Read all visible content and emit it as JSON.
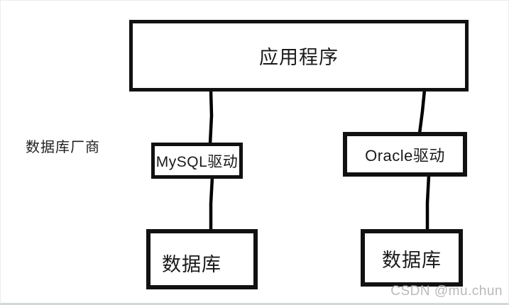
{
  "diagram": {
    "side_label": "数据库厂商",
    "watermark": "CSDN @mu.chun",
    "nodes": {
      "application": {
        "label": "应用程序"
      },
      "mysql_driver": {
        "label": "MySQL驱动"
      },
      "oracle_driver": {
        "label": "Oracle驱动"
      },
      "database_left": {
        "label": "数据库"
      },
      "database_right": {
        "label": "数据库"
      }
    },
    "edges": [
      {
        "from": "application",
        "to": "mysql_driver"
      },
      {
        "from": "application",
        "to": "oracle_driver"
      },
      {
        "from": "mysql_driver",
        "to": "database_left"
      },
      {
        "from": "oracle_driver",
        "to": "database_right"
      }
    ],
    "colors": {
      "box_border": "#111111",
      "text": "#1a1a1a",
      "connector": "#000000",
      "watermark": "#b9b9b9",
      "background": "#ffffff"
    }
  }
}
